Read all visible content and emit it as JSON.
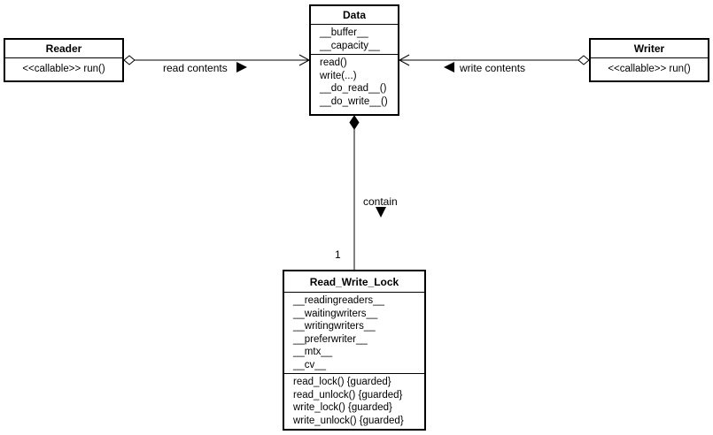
{
  "classes": {
    "reader": {
      "name": "Reader",
      "methods": [
        "<<callable>> run()"
      ]
    },
    "writer": {
      "name": "Writer",
      "methods": [
        "<<callable>> run()"
      ]
    },
    "data": {
      "name": "Data",
      "attributes": [
        "__buffer__",
        "__capacity__"
      ],
      "methods": [
        "read()",
        "write(...)",
        "__do_read__()",
        "__do_write__()"
      ]
    },
    "rwlock": {
      "name": "Read_Write_Lock",
      "attributes": [
        "__readingreaders__",
        "__waitingwriters__",
        "__writingwriters__",
        "__preferwriter__",
        "__mtx__",
        "__cv__"
      ],
      "methods": [
        "read_lock() {guarded}",
        "read_unlock() {guarded}",
        "write_lock() {guarded}",
        "write_unlock() {guarded}"
      ]
    }
  },
  "relations": {
    "reader_data": {
      "label": "read contents"
    },
    "writer_data": {
      "label": "write contents"
    },
    "data_lock": {
      "label": "contain",
      "multiplicity": "1"
    }
  }
}
